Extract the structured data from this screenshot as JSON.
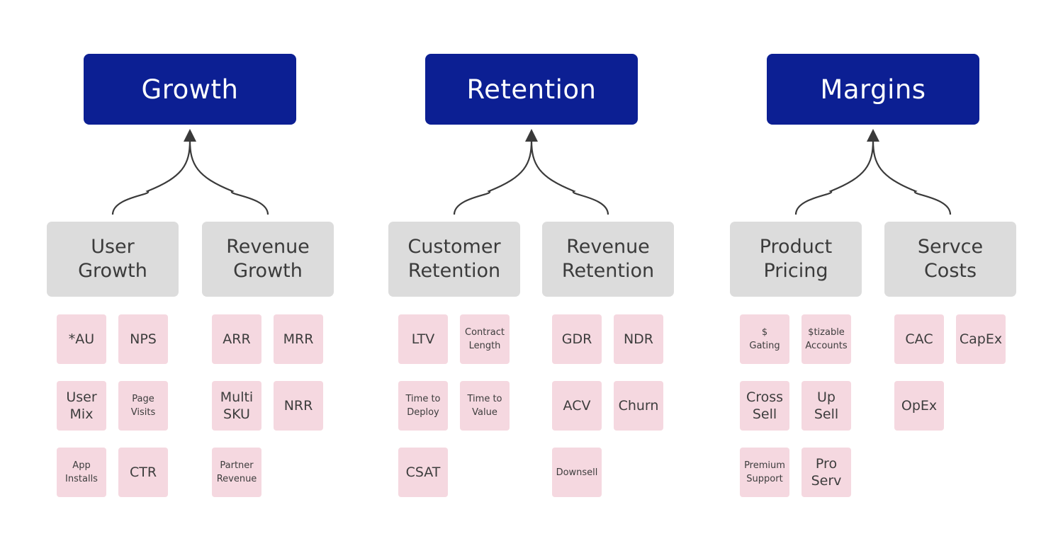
{
  "colors": {
    "pillar_bg": "#0c1f93",
    "pillar_text": "#ffffff",
    "sub_bg": "#dcdcdc",
    "sub_text": "#3b3b3b",
    "metric_bg": "#f5d8e0",
    "metric_text": "#3d3d3d",
    "connector": "#3a3a3a"
  },
  "pillars": [
    {
      "title": "Growth",
      "subs": [
        {
          "lines": [
            "User",
            "Growth"
          ],
          "metrics": [
            {
              "lines": [
                "*AU"
              ]
            },
            {
              "lines": [
                "NPS"
              ]
            },
            {
              "lines": [
                "User",
                "Mix"
              ]
            },
            {
              "lines": [
                "Page",
                "Visits"
              ]
            },
            {
              "lines": [
                "App",
                "Installs"
              ]
            },
            {
              "lines": [
                "CTR"
              ]
            }
          ]
        },
        {
          "lines": [
            "Revenue",
            "Growth"
          ],
          "metrics": [
            {
              "lines": [
                "ARR"
              ]
            },
            {
              "lines": [
                "MRR"
              ]
            },
            {
              "lines": [
                "Multi",
                "SKU"
              ]
            },
            {
              "lines": [
                "NRR"
              ]
            },
            {
              "lines": [
                "Partner",
                "Revenue"
              ]
            }
          ]
        }
      ]
    },
    {
      "title": "Retention",
      "subs": [
        {
          "lines": [
            "Customer",
            "Retention"
          ],
          "metrics": [
            {
              "lines": [
                "LTV"
              ]
            },
            {
              "lines": [
                "Contract",
                "Length"
              ]
            },
            {
              "lines": [
                "Time to",
                "Deploy"
              ]
            },
            {
              "lines": [
                "Time to",
                "Value"
              ]
            },
            {
              "lines": [
                "CSAT"
              ]
            }
          ]
        },
        {
          "lines": [
            "Revenue",
            "Retention"
          ],
          "metrics": [
            {
              "lines": [
                "GDR"
              ]
            },
            {
              "lines": [
                "NDR"
              ]
            },
            {
              "lines": [
                "ACV"
              ]
            },
            {
              "lines": [
                "Churn"
              ]
            },
            {
              "lines": [
                "Downsell"
              ]
            }
          ]
        }
      ]
    },
    {
      "title": "Margins",
      "subs": [
        {
          "lines": [
            "Product",
            "Pricing"
          ],
          "metrics": [
            {
              "lines": [
                "$",
                "Gating"
              ]
            },
            {
              "lines": [
                "$tizable",
                "Accounts"
              ]
            },
            {
              "lines": [
                "Cross",
                "Sell"
              ]
            },
            {
              "lines": [
                "Up",
                "Sell"
              ]
            },
            {
              "lines": [
                "Premium",
                "Support"
              ]
            },
            {
              "lines": [
                "Pro",
                "Serv"
              ]
            }
          ]
        },
        {
          "lines": [
            "Servce",
            "Costs"
          ],
          "metrics": [
            {
              "lines": [
                "CAC"
              ]
            },
            {
              "lines": [
                "CapEx"
              ]
            },
            {
              "lines": [
                "OpEx"
              ]
            }
          ]
        }
      ]
    }
  ]
}
